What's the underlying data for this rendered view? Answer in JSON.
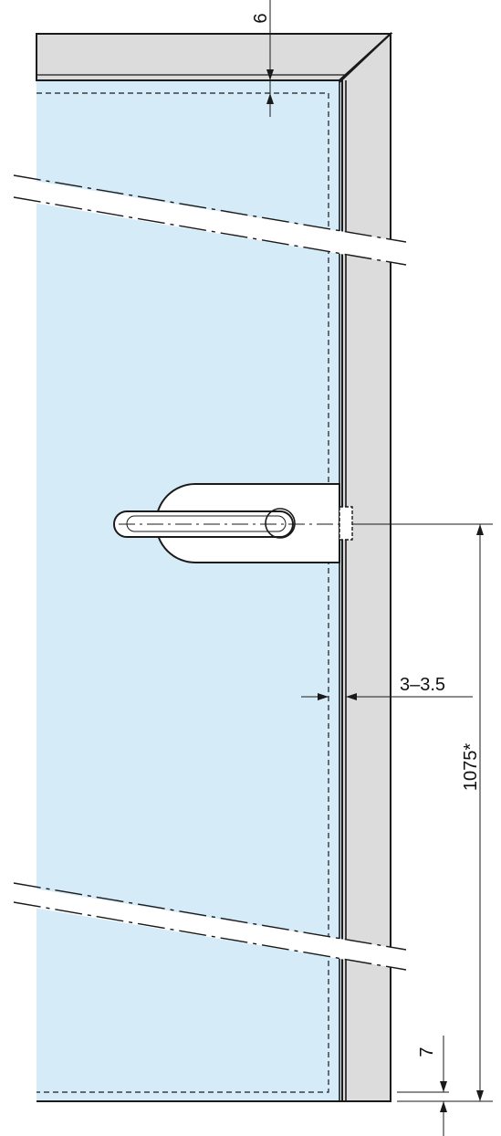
{
  "dimensions": {
    "top_gap": "6",
    "glass_thickness": "3–3.5",
    "handle_height": "1075*",
    "bottom_gap": "7"
  },
  "colors": {
    "glass": "#d5ebf8",
    "frame": "#dcdcdc",
    "line": "#1a1a1a",
    "background": "#ffffff"
  }
}
